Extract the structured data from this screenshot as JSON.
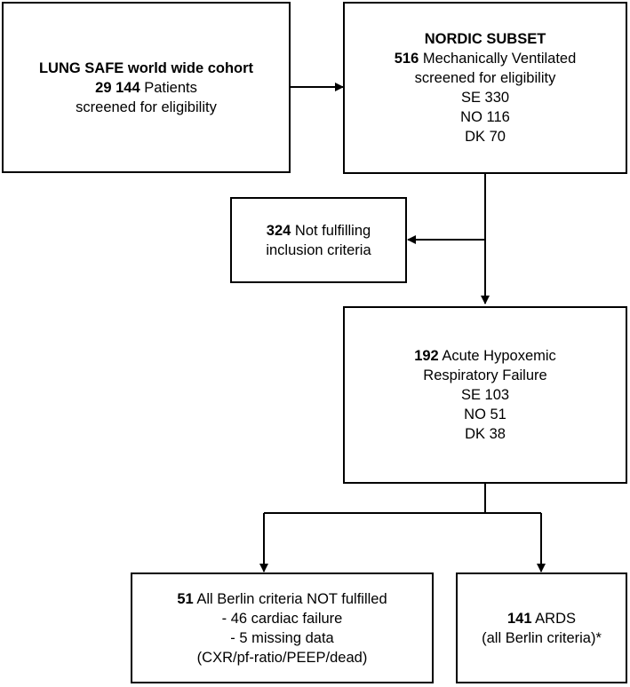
{
  "boxes": {
    "worldwide": {
      "line1": "LUNG SAFE world wide cohort",
      "line2_num": "29 144",
      "line2_text": " Patients",
      "line3": "screened for eligibility"
    },
    "nordic": {
      "title": "NORDIC SUBSET",
      "line2_num": "516",
      "line2_text": " Mechanically Ventilated",
      "line3": "screened for eligibility",
      "line4": "SE 330",
      "line5": "NO 116",
      "line6": "DK 70"
    },
    "excluded": {
      "line1_num": "324",
      "line1_text": " Not fulfilling",
      "line2": "inclusion criteria"
    },
    "ahrf": {
      "line1_num": "192",
      "line1_text": " Acute Hypoxemic",
      "line2": "Respiratory Failure",
      "line3": "SE 103",
      "line4": "NO 51",
      "line5": "DK 38"
    },
    "not_berlin": {
      "line1_num": "51",
      "line1_text": " All Berlin criteria NOT fulfilled",
      "line2": "- 46 cardiac failure",
      "line3": "- 5 missing data",
      "line4": "(CXR/pf-ratio/PEEP/dead)"
    },
    "ards": {
      "line1_num": "141",
      "line1_text": " ARDS",
      "line2": "(all Berlin criteria)*"
    }
  }
}
